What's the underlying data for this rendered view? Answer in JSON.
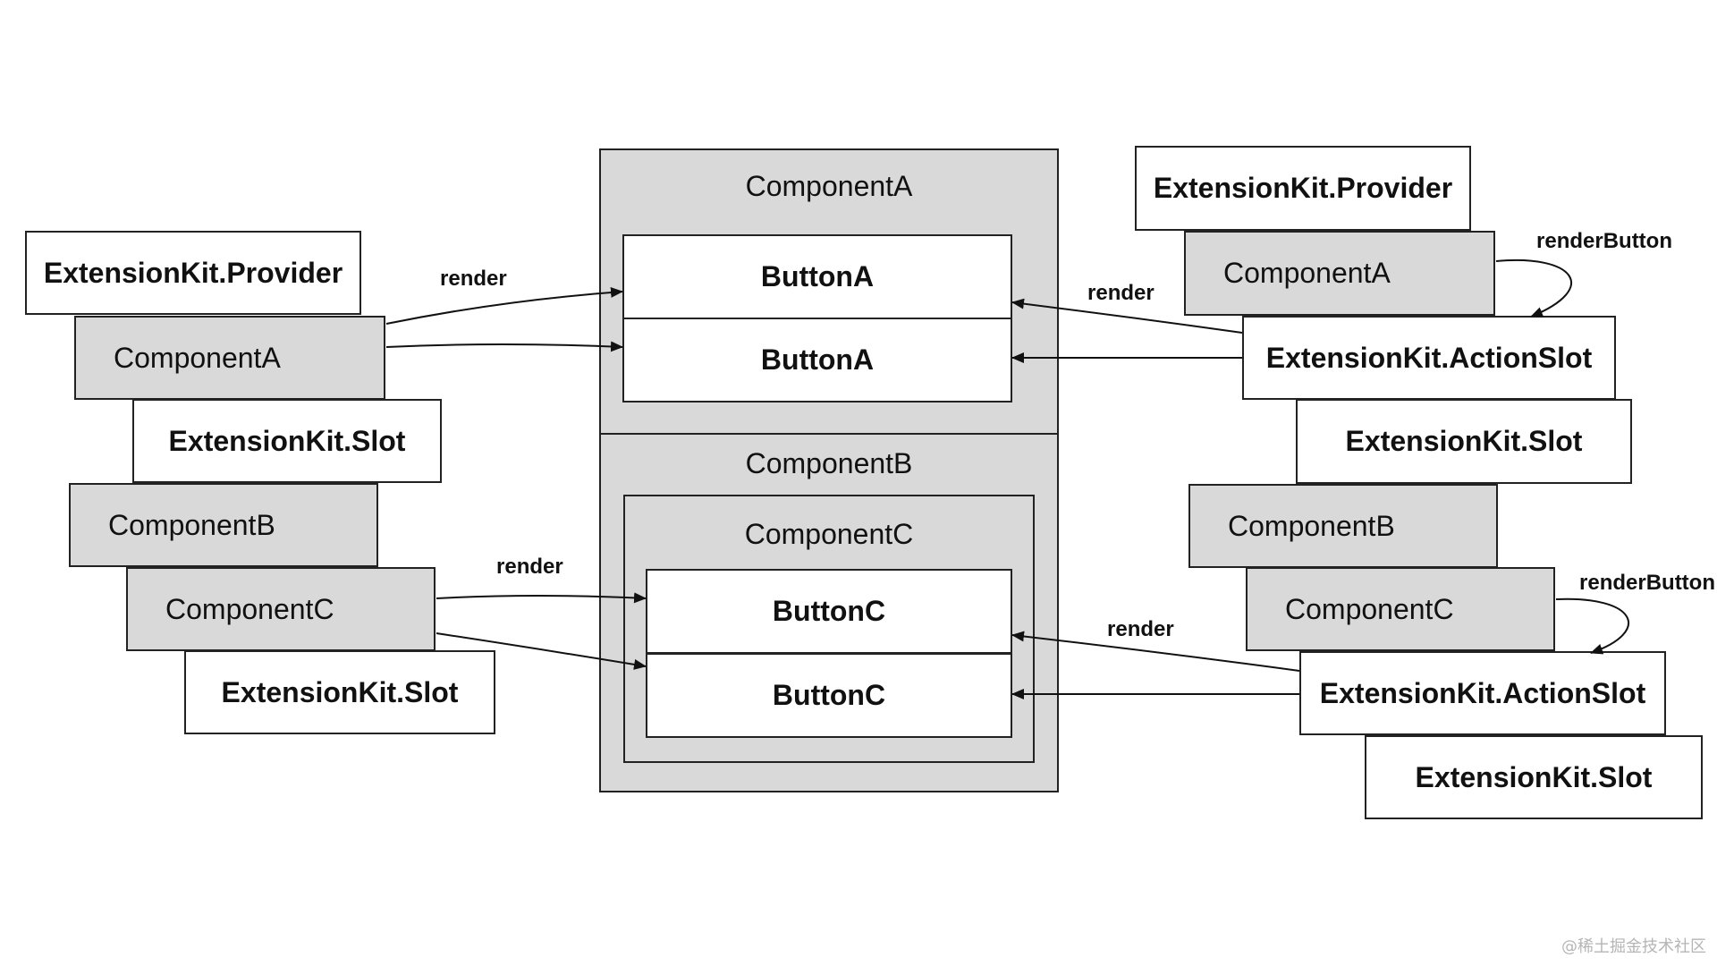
{
  "left_stack": {
    "provider": "ExtensionKit.Provider",
    "component_a": "ComponentA",
    "slot_a": "ExtensionKit.Slot",
    "component_b": "ComponentB",
    "component_c": "ComponentC",
    "slot_c": "ExtensionKit.Slot"
  },
  "center": {
    "component_a_title": "ComponentA",
    "button_a_1": "ButtonA",
    "button_a_2": "ButtonA",
    "component_b_title": "ComponentB",
    "component_c_title": "ComponentC",
    "button_c_1": "ButtonC",
    "button_c_2": "ButtonC"
  },
  "right_stack": {
    "provider": "ExtensionKit.Provider",
    "component_a": "ComponentA",
    "action_slot_a": "ExtensionKit.ActionSlot",
    "slot_a": "ExtensionKit.Slot",
    "component_b": "ComponentB",
    "component_c": "ComponentC",
    "action_slot_c": "ExtensionKit.ActionSlot",
    "slot_c": "ExtensionKit.Slot"
  },
  "labels": {
    "render_left_top": "render",
    "render_left_bottom": "render",
    "render_right_top": "render",
    "render_right_bottom": "render",
    "render_button_top": "renderButton",
    "render_button_bottom": "renderButton"
  },
  "watermark": "@稀土掘金技术社区",
  "colors": {
    "gray_fill": "#d9d9d9",
    "stroke": "#222222"
  }
}
